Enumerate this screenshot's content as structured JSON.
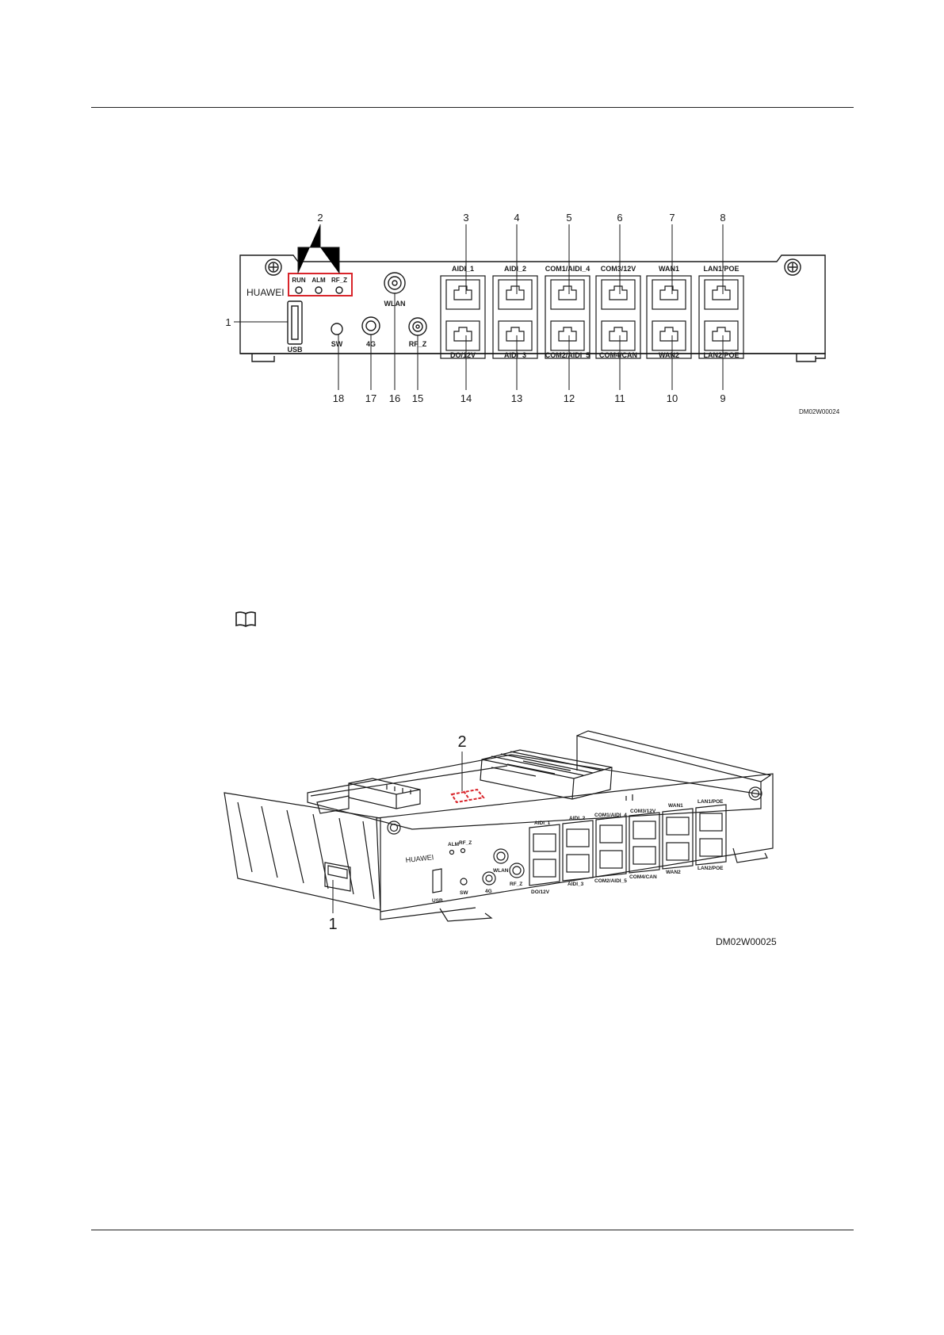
{
  "figure1": {
    "brand": "HUAWEI",
    "leds": [
      "RUN",
      "ALM",
      "RF_Z"
    ],
    "usb_label": "USB",
    "sw_label": "SW",
    "g4_label": "4G",
    "wlan_label": "WLAN",
    "rfz_label": "RF_Z",
    "ports_top": [
      "AIDI_1",
      "AIDI_2",
      "COM1/AIDI_4",
      "COM3/12V",
      "WAN1",
      "LAN1/POE"
    ],
    "ports_bottom": [
      "DO/12V",
      "AIDI_3",
      "COM2/AIDI_5",
      "COM4/CAN",
      "WAN2",
      "LAN2/POE"
    ],
    "callouts_top": [
      "2",
      "3",
      "4",
      "5",
      "6",
      "7",
      "8"
    ],
    "callout_left": "1",
    "callouts_bottom": [
      "18",
      "17",
      "16",
      "15",
      "14",
      "13",
      "12",
      "11",
      "10",
      "9"
    ],
    "code": "DM02W00024"
  },
  "figure2": {
    "brand": "HUAWEI",
    "leds": [
      "ALM",
      "RF_Z"
    ],
    "usb_label": "USB",
    "sw_label": "SW",
    "g4_label": "4G",
    "wlan_label": "WLAN",
    "rfz_label": "RF_Z",
    "ports_top": [
      "AIDI_1",
      "AIDI_2",
      "COM1/AIDI_4",
      "COM3/12V",
      "WAN1",
      "LAN1/POE"
    ],
    "ports_bottom": [
      "DO/12V",
      "AIDI_3",
      "COM2/AIDI_5",
      "COM4/CAN",
      "WAN2",
      "LAN2/POE"
    ],
    "callout_1": "1",
    "callout_2": "2",
    "code": "DM02W00025"
  },
  "colors": {
    "callout_box": "#d9252b",
    "line": "#1a1a1a",
    "rule": "#222222"
  },
  "icons": {
    "note": "book-icon"
  }
}
